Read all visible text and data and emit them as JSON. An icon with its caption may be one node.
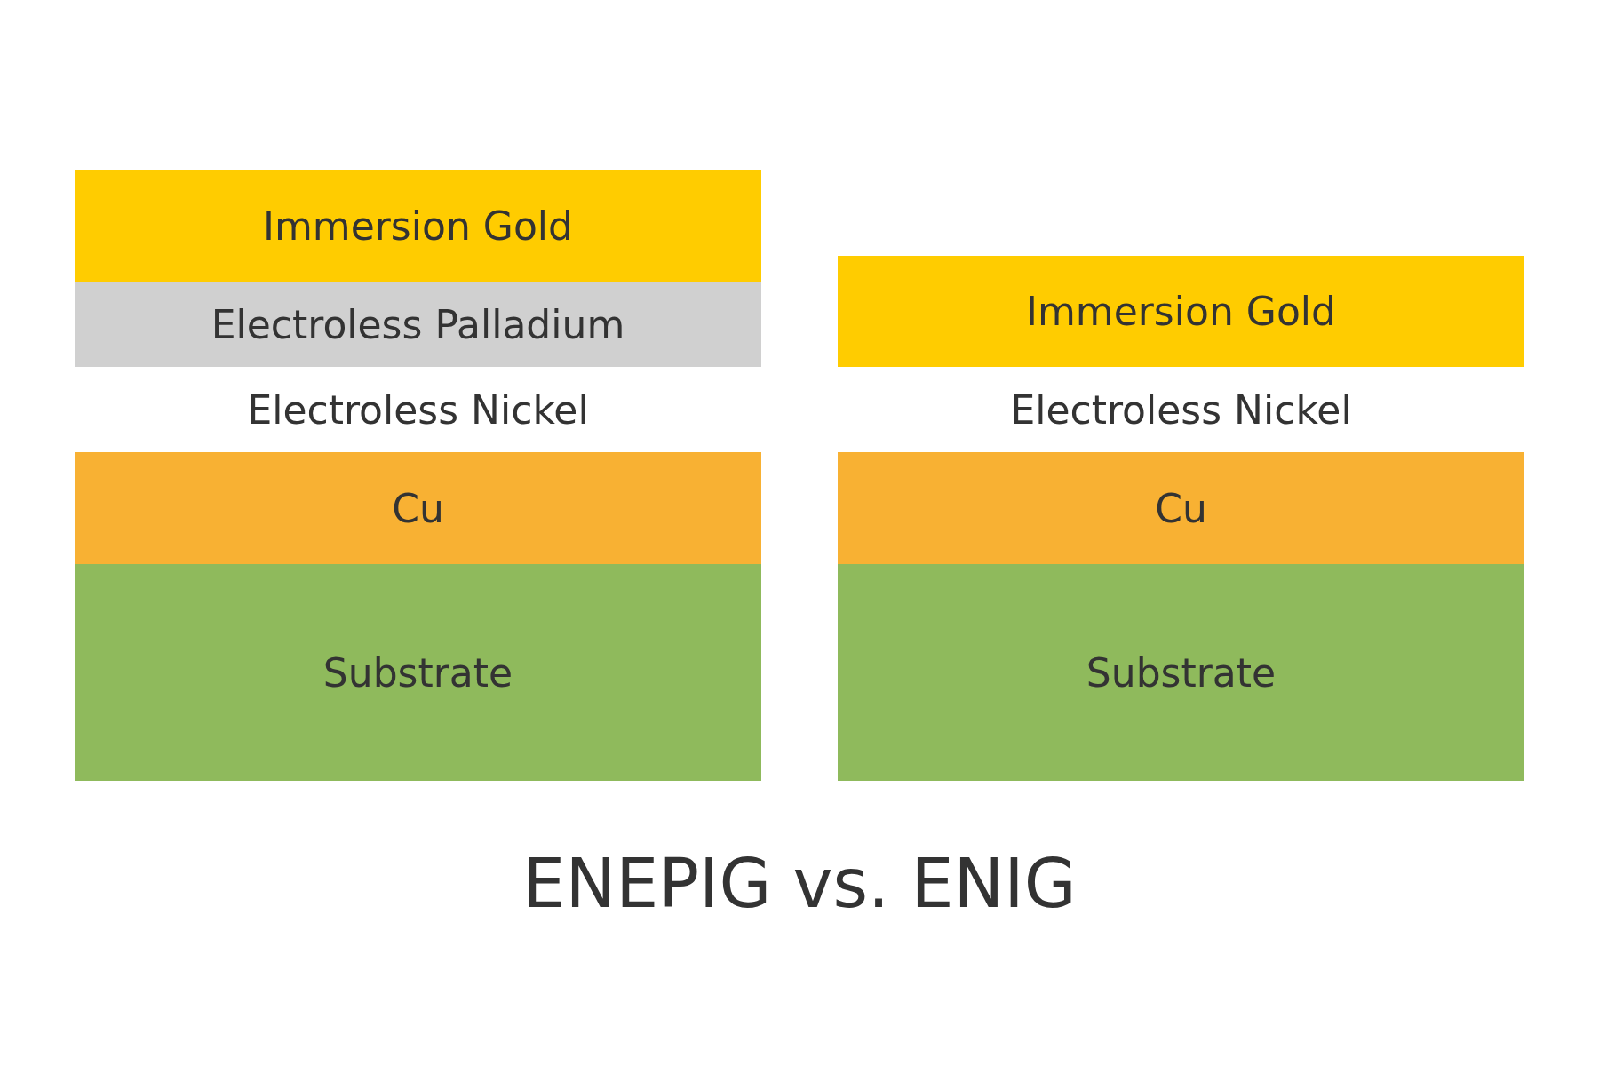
{
  "diagram": {
    "caption": "ENEPIG vs. ENIG",
    "nodes": [
      {
        "text": [
          "Immersion Gold"
        ]
      },
      {
        "text": [
          "Electroless Palladium"
        ]
      },
      {
        "text": [
          "Electroless Nickel"
        ]
      },
      {
        "text": [
          "Cu"
        ]
      },
      {
        "text": [
          "Substrate"
        ]
      },
      {
        "text": [
          "Immersion Gold"
        ]
      },
      {
        "text": [
          "Electroless Nickel"
        ]
      },
      {
        "text": [
          "Cu"
        ]
      },
      {
        "text": [
          "Substrate"
        ]
      }
    ]
  }
}
